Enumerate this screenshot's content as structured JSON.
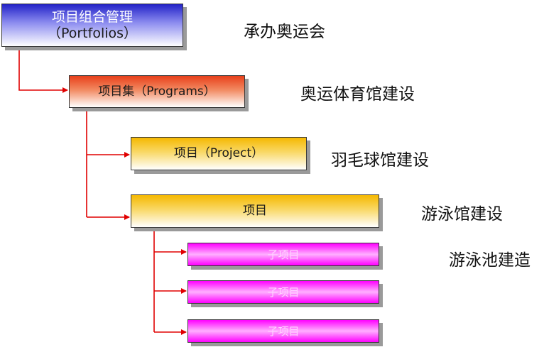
{
  "hierarchy": {
    "portfolios": {
      "line1": "项目组合管理",
      "line2": "（Portfolios）",
      "caption": "承办奥运会"
    },
    "programs": {
      "label": "项目集（Programs）",
      "caption": "奥运体育馆建设"
    },
    "project_badminton": {
      "label": "项目（Project）",
      "caption": "羽毛球馆建设"
    },
    "project_swimming": {
      "label": "项目",
      "caption": "游泳馆建设"
    },
    "subprojects": [
      {
        "label": "子项目",
        "caption": "游泳池建造"
      },
      {
        "label": "子项目"
      },
      {
        "label": "子项目"
      }
    ]
  },
  "colors": {
    "connector": "#e00000",
    "portfolios_fill": "#2323c8",
    "programs_fill": "#e8401a",
    "project_fill": "#f5b800",
    "subproject_fill": "#ff00ff"
  }
}
